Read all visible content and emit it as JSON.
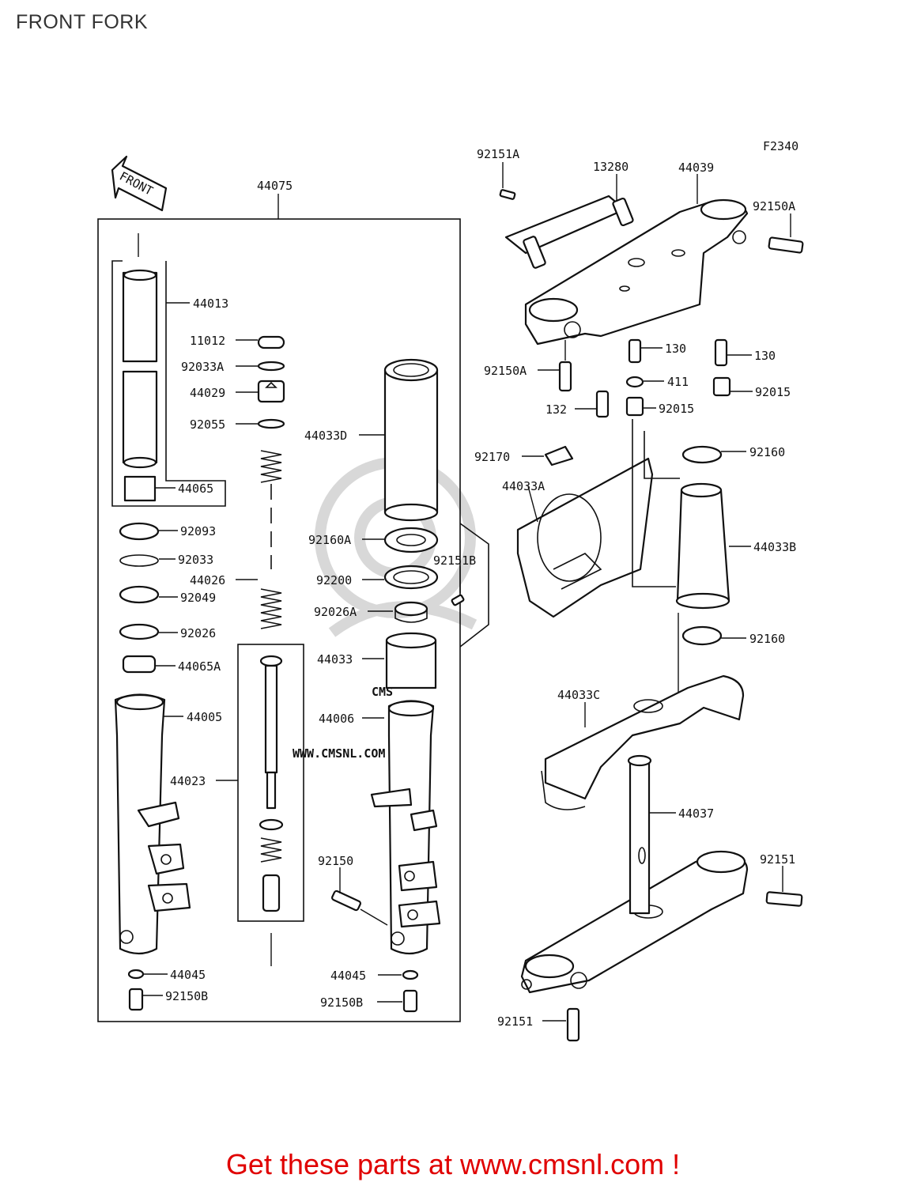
{
  "title": "FRONT FORK",
  "figure_code": "F2340",
  "arrow_label": "FRONT",
  "watermark": {
    "brand": "CMS",
    "url": "WWW.CMSNL.COM"
  },
  "cta": "Get these parts at www.cmsnl.com !",
  "parts": {
    "p44075": "44075",
    "p44013": "44013",
    "p11012": "11012",
    "p92033A": "92033A",
    "p44029": "44029",
    "p92055": "92055",
    "p44065": "44065",
    "p92093": "92093",
    "p92033": "92033",
    "p44026": "44026",
    "p92049": "92049",
    "p92026": "92026",
    "p44065A": "44065A",
    "p44005": "44005",
    "p44023": "44023",
    "p44045_l": "44045",
    "p92150B_l": "92150B",
    "p44033D": "44033D",
    "p92160A": "92160A",
    "p92200": "92200",
    "p92151B": "92151B",
    "p92026A": "92026A",
    "p44033": "44033",
    "p44006": "44006",
    "p92150": "92150",
    "p44045_r": "44045",
    "p92150B_r": "92150B",
    "p92151A": "92151A",
    "p13280": "13280",
    "p44039": "44039",
    "p92150A_r": "92150A",
    "p92150A_l": "92150A",
    "p130_a": "130",
    "p130_b": "130",
    "p411": "411",
    "p92015_a": "92015",
    "p92015_b": "92015",
    "p132": "132",
    "p92170": "92170",
    "p92160_a": "92160",
    "p44033A": "44033A",
    "p44033B": "44033B",
    "p92160_b": "92160",
    "p44033C": "44033C",
    "p44037": "44037",
    "p92151_r": "92151",
    "p92151_b": "92151"
  }
}
